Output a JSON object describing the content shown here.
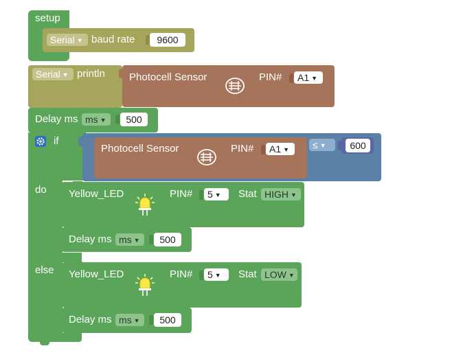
{
  "colors": {
    "setup": "#5ba55b",
    "serial": "#a5a55b",
    "sensor": "#a5745b",
    "logic": "#5b80a5",
    "math": "#5b67a5",
    "io": "#5ba55b"
  },
  "setup": {
    "label": "setup",
    "serial_dropdown": "Serial",
    "baud_label": "baud rate",
    "baud_value": "9600"
  },
  "println_block": {
    "serial_dropdown": "Serial",
    "println_label": "println",
    "sensor_label": "Photocell Sensor",
    "sensor_icon": "photocell-icon",
    "pin_label": "PIN#",
    "pin_value": "A1"
  },
  "delay_top": {
    "label": "Delay ms",
    "unit_dropdown": "ms",
    "value": "500"
  },
  "if_block": {
    "if_label": "if",
    "do_label": "do",
    "else_label": "else",
    "gear_icon": "gear-icon",
    "sensor_label": "Photocell Sensor",
    "sensor_icon": "photocell-icon",
    "pin_label": "PIN#",
    "pin_value": "A1",
    "operator": "≤",
    "compare_value": "600"
  },
  "do_led": {
    "label": "Yellow_LED",
    "led_icon": "yellow-led-icon",
    "pin_label": "PIN#",
    "pin_value": "5",
    "stat_label": "Stat",
    "stat_value": "HIGH"
  },
  "do_delay": {
    "label": "Delay ms",
    "unit_dropdown": "ms",
    "value": "500"
  },
  "else_led": {
    "label": "Yellow_LED",
    "led_icon": "yellow-led-icon",
    "pin_label": "PIN#",
    "pin_value": "5",
    "stat_label": "Stat",
    "stat_value": "LOW"
  },
  "else_delay": {
    "label": "Delay ms",
    "unit_dropdown": "ms",
    "value": "500"
  }
}
